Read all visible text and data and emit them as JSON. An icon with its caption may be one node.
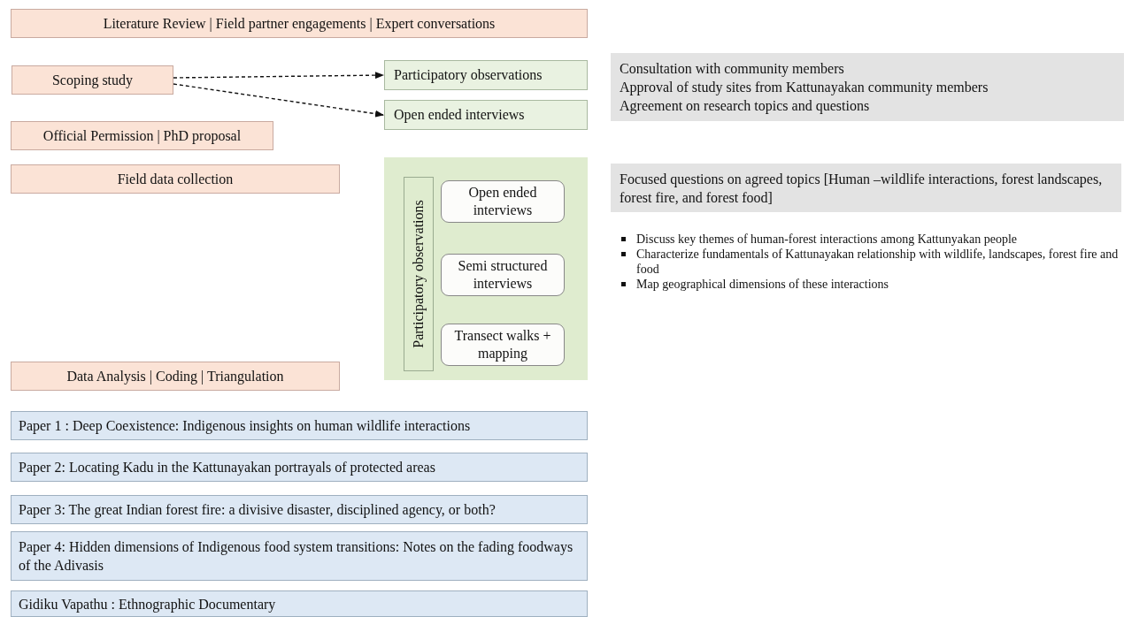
{
  "diagram": {
    "nodes": [
      {
        "text": [
          "Literature Review | Field partner engagements | Expert conversations"
        ]
      },
      {
        "text": [
          "Scoping study"
        ]
      },
      {
        "text": [
          "Participatory observations"
        ]
      },
      {
        "text": [
          "Open ended interviews"
        ]
      },
      {
        "text": [
          "Consultation with community members",
          "Approval of study sites from Kattunayakan community members",
          "Agreement on research topics and questions"
        ]
      },
      {
        "text": [
          "Official Permission | PhD proposal"
        ]
      },
      {
        "text": [
          "Field data collection"
        ]
      },
      {
        "text": [],
        "shape": "box"
      },
      {
        "text": [
          "Participatory observations"
        ],
        "in": 7
      },
      {
        "text": [
          "Open ended interviews"
        ],
        "in": 7
      },
      {
        "text": [
          "Semi structured interviews"
        ],
        "in": 7
      },
      {
        "text": [
          "Transect walks + mapping"
        ],
        "in": 7
      },
      {
        "text": [
          "Focused questions on agreed topics [Human –wildlife interactions, forest landscapes, forest fire, and  forest food]"
        ]
      },
      {
        "text": [
          "Data Analysis |  Coding | Triangulation"
        ]
      },
      {
        "text": [
          "Paper 1 : Deep Coexistence: Indigenous insights on human wildlife interactions"
        ]
      },
      {
        "text": [
          "Paper 2: Locating Kadu in the Kattunayakan portrayals of protected areas"
        ]
      },
      {
        "text": [
          "Paper 3: The great Indian forest fire: a divisive disaster, disciplined agency, or both?"
        ]
      },
      {
        "text": [
          "Paper 4: Hidden dimensions of Indigenous food system transitions: Notes on the fading foodways of the Adivasis"
        ]
      },
      {
        "text": [
          "Gidiku Vapathu : Ethnographic Documentary"
        ]
      }
    ],
    "edges": [
      {
        "from": 1,
        "to": 2,
        "arrow": "to",
        "style": "dashed"
      },
      {
        "from": 1,
        "to": 3,
        "arrow": "to",
        "style": "dashed"
      }
    ],
    "labels": [
      "Discuss key themes of  human-forest interactions among Kattunyakan people",
      "Characterize  fundamentals of Kattunayakan relationship with wildlife, landscapes, forest fire and food",
      "Map geographical dimensions of these interactions"
    ]
  }
}
